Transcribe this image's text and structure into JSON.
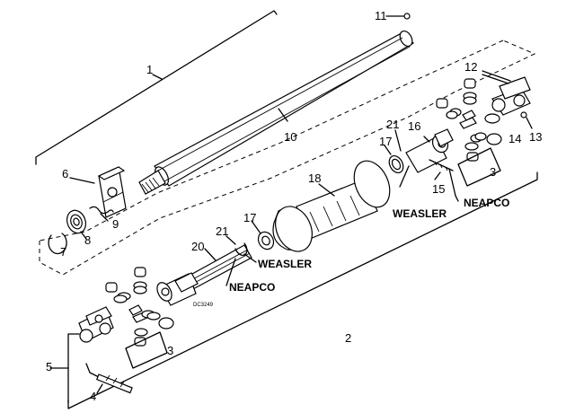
{
  "callouts": {
    "c1": "1",
    "c2": "2",
    "c3a": "3",
    "c3b": "3",
    "c4": "4",
    "c5": "5",
    "c6": "6",
    "c7": "7",
    "c8": "8",
    "c9": "9",
    "c10": "10",
    "c11": "11",
    "c12": "12",
    "c13": "13",
    "c14": "14",
    "c15": "15",
    "c16": "16",
    "c17a": "17",
    "c17b": "17",
    "c18": "18",
    "c20": "20",
    "c21a": "21",
    "c21b": "21"
  },
  "variants": {
    "weasler_upper": "WEASLER",
    "neapco_upper": "NEAPCO",
    "weasler_lower": "WEASLER",
    "neapco_lower": "NEAPCO"
  },
  "figure_code": "DC3249"
}
